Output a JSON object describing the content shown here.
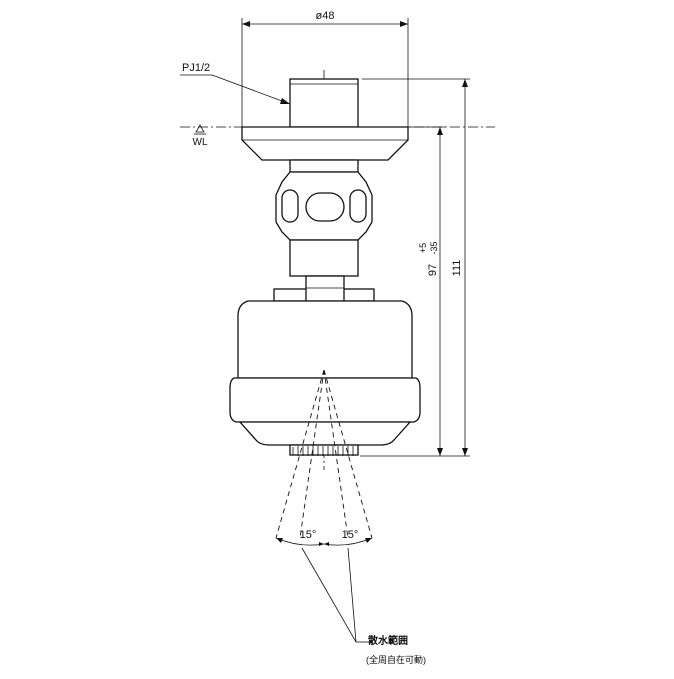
{
  "dimensions": {
    "diameter": "ø48",
    "thread": "PJ1/2",
    "water_level": "WL",
    "height_main": "97",
    "tolerance_plus": "+5",
    "tolerance_minus": "-35",
    "height_total": "111",
    "angle_left": "15°",
    "angle_right": "15°"
  },
  "notes": {
    "spray_range": "散水範囲",
    "rotation": "(全周自在可動)"
  }
}
